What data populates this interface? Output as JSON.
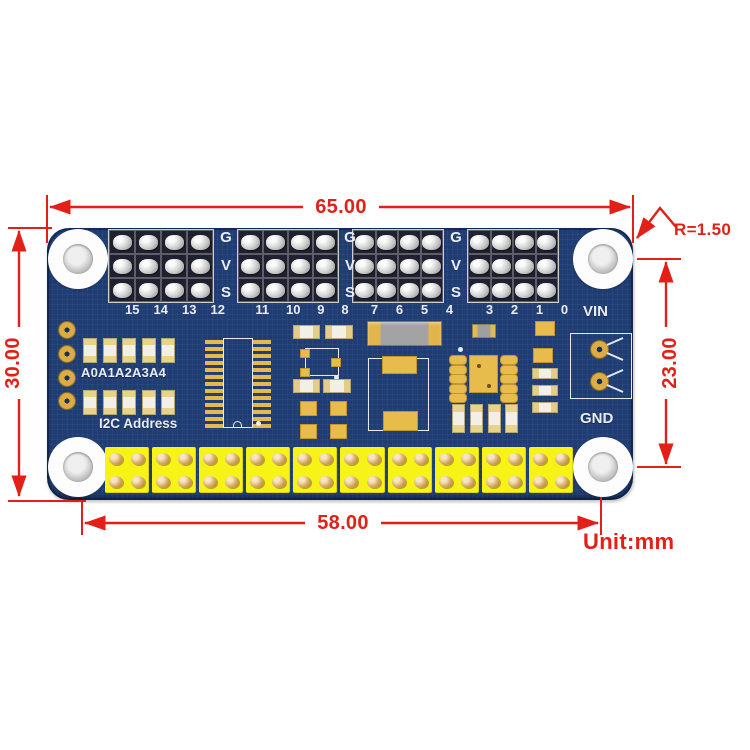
{
  "annotations": {
    "width": "65.00",
    "height": "30.00",
    "right_span": "23.00",
    "bottom_span": "58.00",
    "corner_radius": "R=1.50",
    "unit": "Unit:mm"
  },
  "board": {
    "servo_headers": {
      "gvs": [
        "G",
        "V",
        "S"
      ],
      "groups": [
        {
          "pins": [
            "15",
            "14",
            "13",
            "12"
          ]
        },
        {
          "pins": [
            "11",
            "10",
            "9",
            "8"
          ]
        },
        {
          "pins": [
            "7",
            "6",
            "5",
            "4"
          ]
        },
        {
          "pins": [
            "3",
            "2",
            "1",
            "0"
          ]
        }
      ]
    },
    "labels": {
      "address_pins": "A0A1A2A3A4",
      "i2c": "I2C Address",
      "vin": "VIN",
      "gnd": "GND"
    },
    "gpio_header": {
      "blocks": 10,
      "pins_per_block": 4
    },
    "ic_pads_per_side": 13,
    "soic_pads_per_side": 5,
    "left_holes": 4,
    "i2c_resistors_per_row": 5
  },
  "colors": {
    "dimension_red": "#e32017",
    "board_blue": "#1f3d73",
    "pad_gold": "#e8bb4d",
    "header_yellow": "#f8f316",
    "silkscreen": "#eaecf2"
  }
}
